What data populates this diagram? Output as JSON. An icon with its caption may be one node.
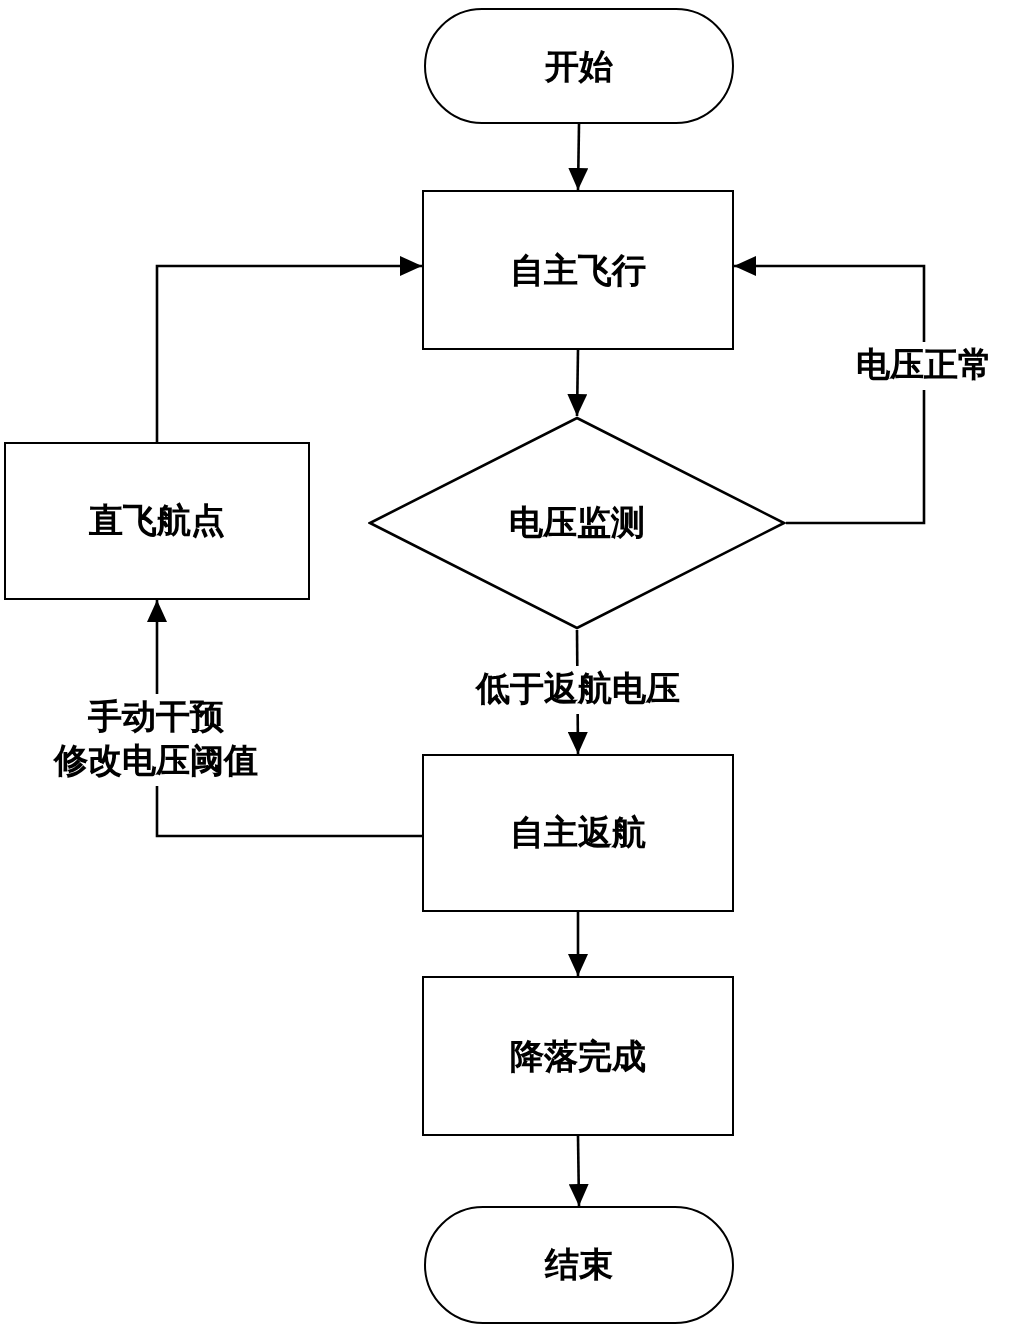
{
  "diagram": {
    "nodes": [
      {
        "text": [
          "开始"
        ]
      },
      {
        "text": [
          "自主飞行"
        ]
      },
      {
        "text": [
          "电压监测"
        ]
      },
      {
        "text": [
          "直飞航点"
        ]
      },
      {
        "text": [
          "自主返航"
        ]
      },
      {
        "text": [
          "降落完成"
        ]
      },
      {
        "text": [
          "结束"
        ]
      }
    ],
    "edges": [
      {
        "from": 0,
        "to": 1,
        "arrow": "to"
      },
      {
        "from": 1,
        "to": 2,
        "arrow": "to"
      },
      {
        "from": 2,
        "to": 1,
        "arrow": "to",
        "label": "电压正常"
      },
      {
        "from": 2,
        "to": 4,
        "arrow": "to",
        "label": "低于返航电压"
      },
      {
        "from": 4,
        "to": 3,
        "arrow": "to",
        "label": "手动干预修改电压阈值"
      },
      {
        "from": 3,
        "to": 1,
        "arrow": "to"
      },
      {
        "from": 4,
        "to": 5,
        "arrow": "to"
      },
      {
        "from": 5,
        "to": 6,
        "arrow": "to"
      }
    ]
  }
}
